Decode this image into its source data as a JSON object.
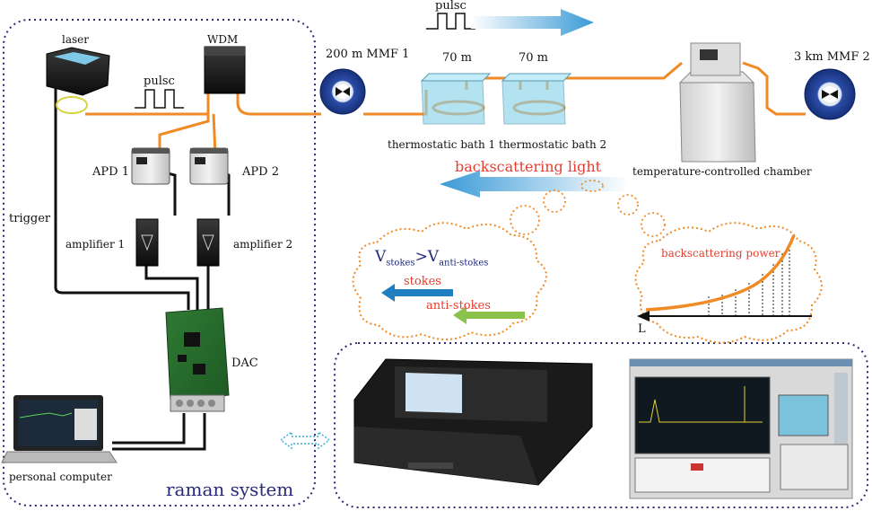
{
  "labels": {
    "laser": "laser",
    "wdm": "WDM",
    "pulse_top": "pulsc",
    "pulse_left": "pulsc",
    "mmf1": "200 m MMF 1",
    "mmf2": "3 km MMF 2",
    "seg1": "70 m",
    "seg2": "70 m",
    "bath1": "thermostatic bath  1",
    "bath2": "thermostatic bath  2",
    "chamber": "temperature-controlled chamber",
    "apd1": "APD 1",
    "apd2": "APD 2",
    "amp1": "amplifier 1",
    "amp2": "amplifier 2",
    "trigger": "trigger",
    "dac": "DAC",
    "pc": "personal computer",
    "raman": "raman system",
    "backscatter_light": "backscattering light",
    "backscatter_power": "backscattering power",
    "L": "L",
    "v_main": "V",
    "v_sub1": "stokes",
    "v_gt": ">V",
    "v_sub2": "anti-stokes",
    "stokes": "stokes",
    "anti_stokes": "anti-stokes"
  },
  "colors": {
    "fiber": "#f08a24",
    "border": "#2a2a7a",
    "cloud": "#f08a24",
    "red_text": "#e53d2f",
    "stokes_arrow": "#1f7fc0",
    "anti_arrow": "#8bc34a",
    "blue_arrow": "#5aaee0"
  }
}
